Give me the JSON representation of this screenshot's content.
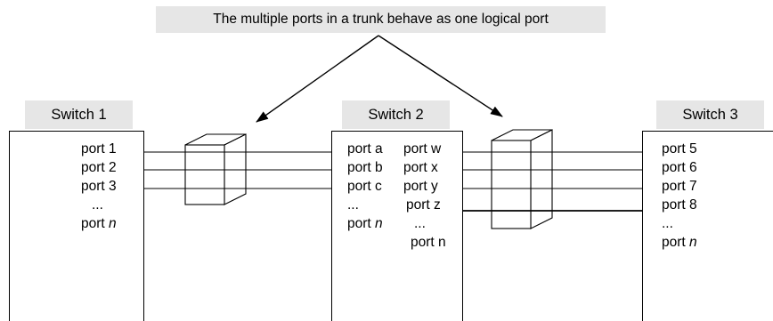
{
  "caption": "The multiple ports in a trunk behave as one logical port",
  "switches": {
    "s1": {
      "label": "Switch 1",
      "ports": [
        "port 1",
        "port 2",
        "port 3",
        "...",
        "port "
      ],
      "port_n_suffix": "n"
    },
    "s2": {
      "label": "Switch 2",
      "left_ports": [
        "port a",
        "port b",
        "port c",
        "...",
        "port "
      ],
      "left_n_suffix": "n",
      "right_ports": [
        "port w",
        "port x",
        "port y",
        "port z",
        "...",
        "port n"
      ]
    },
    "s3": {
      "label": "Switch 3",
      "ports": [
        "port 5",
        "port 6",
        "port 7",
        "port 8",
        "...",
        "port "
      ],
      "port_n_suffix": "n"
    }
  }
}
